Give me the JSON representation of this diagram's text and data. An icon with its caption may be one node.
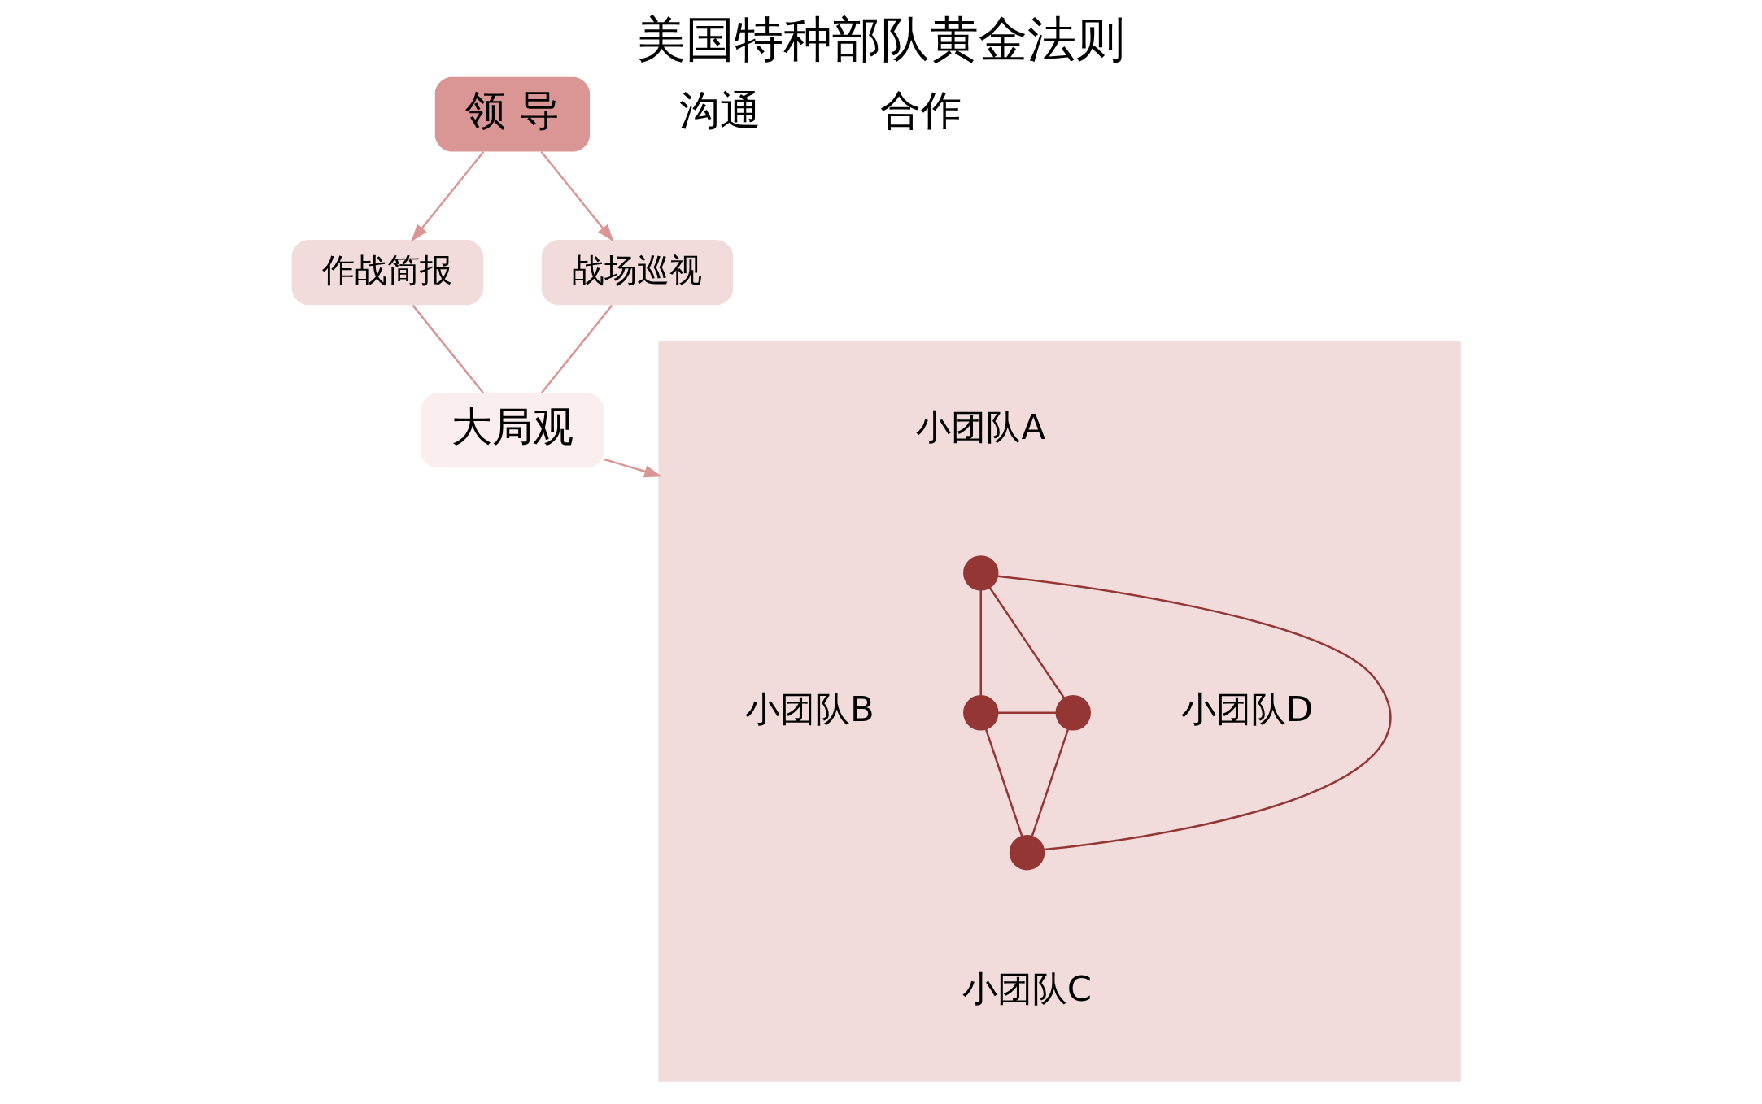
{
  "diagram": {
    "title": "美国特种部队黄金法则",
    "nodes": [
      {
        "text": [
          "领 导"
        ]
      },
      {
        "text": [
          "作战简报"
        ]
      },
      {
        "text": [
          "战场巡视"
        ]
      },
      {
        "text": [
          "大局观"
        ]
      },
      {
        "text": [],
        "shape": "box"
      },
      {
        "text": [],
        "shape": "circle",
        "in": 4,
        "beside": [
          "小团队A"
        ]
      },
      {
        "text": [],
        "shape": "circle",
        "in": 4,
        "beside": [
          "小团队B"
        ]
      },
      {
        "text": [],
        "shape": "circle",
        "in": 4,
        "beside": [
          "小团队D"
        ]
      },
      {
        "text": [],
        "shape": "circle",
        "in": 4,
        "beside": [
          "小团队C"
        ]
      }
    ],
    "edges": [
      {
        "from": 0,
        "to": 1,
        "arrow": "to",
        "color": "#d99694"
      },
      {
        "from": 0,
        "to": 2,
        "arrow": "to",
        "color": "#d99694"
      },
      {
        "from": 1,
        "to": 3,
        "arrow": "none",
        "color": "#d99694"
      },
      {
        "from": 2,
        "to": 3,
        "arrow": "none",
        "color": "#d99694"
      },
      {
        "from": 3,
        "to": 4,
        "arrow": "to",
        "color": "#d99694"
      },
      {
        "from": 5,
        "to": 6,
        "arrow": "none"
      },
      {
        "from": 5,
        "to": 7,
        "arrow": "none"
      },
      {
        "from": 5,
        "to": 8,
        "arrow": "none"
      },
      {
        "from": 6,
        "to": 7,
        "arrow": "none"
      },
      {
        "from": 6,
        "to": 8,
        "arrow": "none"
      },
      {
        "from": 7,
        "to": 8,
        "arrow": "none"
      }
    ],
    "labels": [
      "沟通",
      "合作"
    ]
  }
}
